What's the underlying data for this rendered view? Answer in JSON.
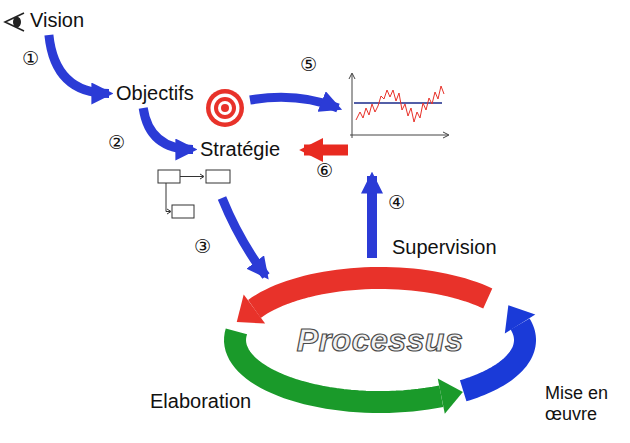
{
  "diagram": {
    "nodes": [
      {
        "text": [
          "Vision"
        ]
      },
      {
        "text": [
          "Objectifs"
        ]
      },
      {
        "text": [
          "Stratégie"
        ]
      },
      {
        "text": [
          "Processus"
        ]
      }
    ],
    "edges": [
      {
        "from": 0,
        "to": 1,
        "arrow": "to"
      },
      {
        "from": 1,
        "to": 2,
        "arrow": "to"
      }
    ],
    "labels": [
      "①",
      "②",
      "③",
      "④",
      "⑤",
      "⑥",
      "Supervision",
      "Elaboration",
      "Mise en œuvre"
    ]
  }
}
